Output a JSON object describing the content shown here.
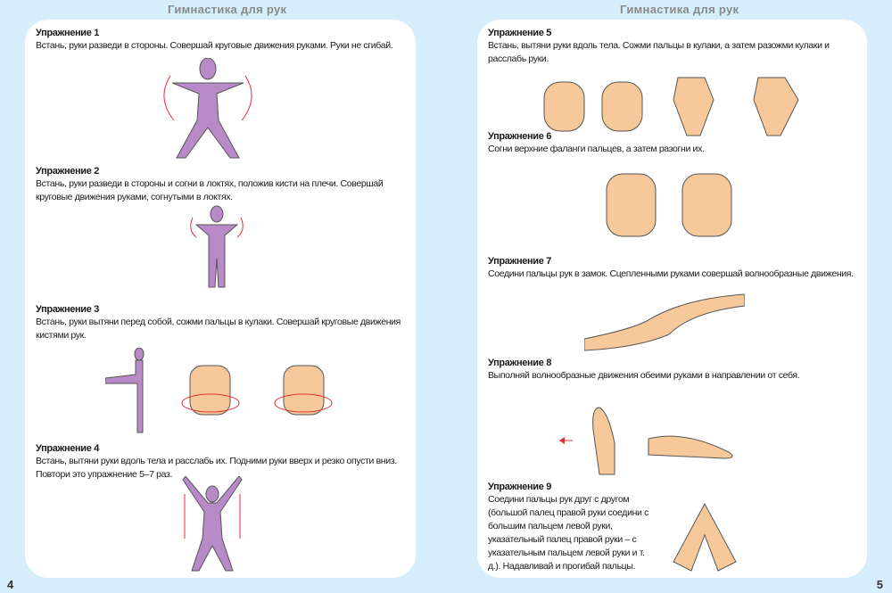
{
  "left_page": {
    "header": "Гимнастика для рук",
    "page_number": "4",
    "exercises": [
      {
        "title": "Упражнение 1",
        "text": "Встань, руки разведи в стороны. Совершай круговые движения руками. Руки не сгибай."
      },
      {
        "title": "Упражнение 2",
        "text": "Встань, руки разведи в стороны и согни в локтях, положив кисти на плечи. Совершай круговые движения руками, согнутыми в локтях."
      },
      {
        "title": "Упражнение 3",
        "text": "Встань, руки вытяни перед собой, сожми пальцы в кулаки. Совершай круговые движения кистями рук."
      },
      {
        "title": "Упражнение 4",
        "text": "Встань, вытяни руки вдоль тела и расслабь их. Подними руки вверх и резко опусти вниз. Повтори это упражнение 5–7 раз."
      }
    ]
  },
  "right_page": {
    "header": "Гимнастика для рук",
    "page_number": "5",
    "exercises": [
      {
        "title": "Упражнение 5",
        "text": "Встань, вытяни руки вдоль тела. Сожми пальцы в кулаки, а затем разожми кулаки и расслабь руки."
      },
      {
        "title": "Упражнение 6",
        "text": "Согни верхние фаланги пальцев, а затем разогни их."
      },
      {
        "title": "Упражнение 7",
        "text": "Соедини пальцы рук в замок. Сцепленными руками совершай волнообразные движения."
      },
      {
        "title": "Упражнение 8",
        "text": "Выполняй волнообразные движения обеими руками в направлении от себя."
      },
      {
        "title": "Упражнение 9",
        "text": "Соедини пальцы рук друг с другом (большой палец правой руки соедини с большим пальцем левой руки, указательный палец правой руки – с указательным пальцем левой руки и т. д.). Надавливай и прогибай пальцы."
      }
    ]
  },
  "colors": {
    "background": "#d5eef9",
    "figure": "#b98ac8",
    "skin": "#f7c99a",
    "arrow": "#e53030"
  }
}
